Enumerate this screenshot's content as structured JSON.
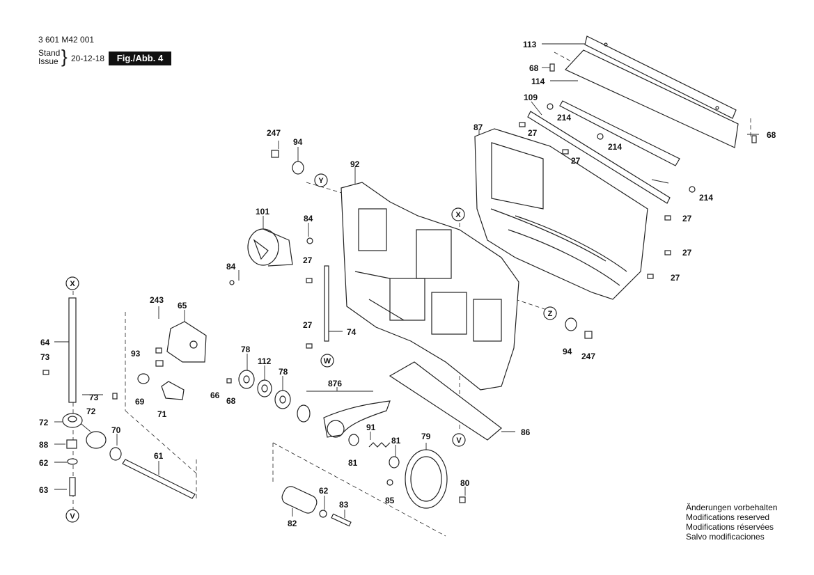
{
  "header": {
    "part_number": "3 601 M42 001",
    "stand": "Stand",
    "issue": "Issue",
    "date": "20-12-18",
    "figure": "Fig./Abb. 4"
  },
  "notes": [
    "Änderungen vorbehalten",
    "Modifications reserved",
    "Modifications réservées",
    "Salvo modificaciones"
  ],
  "callouts": [
    {
      "id": "113",
      "text": "113"
    },
    {
      "id": "68a",
      "text": "68"
    },
    {
      "id": "114",
      "text": "114"
    },
    {
      "id": "109",
      "text": "109"
    },
    {
      "id": "214a",
      "text": "214"
    },
    {
      "id": "87",
      "text": "87"
    },
    {
      "id": "27a",
      "text": "27"
    },
    {
      "id": "214b",
      "text": "214"
    },
    {
      "id": "27b",
      "text": "27"
    },
    {
      "id": "68b",
      "text": "68"
    },
    {
      "id": "214c",
      "text": "214"
    },
    {
      "id": "27c",
      "text": "27"
    },
    {
      "id": "27d",
      "text": "27"
    },
    {
      "id": "27e",
      "text": "27"
    },
    {
      "id": "247a",
      "text": "247"
    },
    {
      "id": "94a",
      "text": "94"
    },
    {
      "id": "92",
      "text": "92"
    },
    {
      "id": "101",
      "text": "101"
    },
    {
      "id": "84a",
      "text": "84"
    },
    {
      "id": "84b",
      "text": "84"
    },
    {
      "id": "27f",
      "text": "27"
    },
    {
      "id": "27g",
      "text": "27"
    },
    {
      "id": "74",
      "text": "74"
    },
    {
      "id": "243",
      "text": "243"
    },
    {
      "id": "65",
      "text": "65"
    },
    {
      "id": "93",
      "text": "93"
    },
    {
      "id": "64",
      "text": "64"
    },
    {
      "id": "73a",
      "text": "73"
    },
    {
      "id": "73b",
      "text": "73"
    },
    {
      "id": "78a",
      "text": "78"
    },
    {
      "id": "112",
      "text": "112"
    },
    {
      "id": "78b",
      "text": "78"
    },
    {
      "id": "66",
      "text": "66"
    },
    {
      "id": "68c",
      "text": "68"
    },
    {
      "id": "69",
      "text": "69"
    },
    {
      "id": "71",
      "text": "71"
    },
    {
      "id": "876",
      "text": "876"
    },
    {
      "id": "72a",
      "text": "72"
    },
    {
      "id": "72b",
      "text": "72"
    },
    {
      "id": "70",
      "text": "70"
    },
    {
      "id": "88",
      "text": "88"
    },
    {
      "id": "62a",
      "text": "62"
    },
    {
      "id": "61",
      "text": "61"
    },
    {
      "id": "63",
      "text": "63"
    },
    {
      "id": "91",
      "text": "91"
    },
    {
      "id": "81a",
      "text": "81"
    },
    {
      "id": "81b",
      "text": "81"
    },
    {
      "id": "79",
      "text": "79"
    },
    {
      "id": "86",
      "text": "86"
    },
    {
      "id": "94b",
      "text": "94"
    },
    {
      "id": "247b",
      "text": "247"
    },
    {
      "id": "80",
      "text": "80"
    },
    {
      "id": "85",
      "text": "85"
    },
    {
      "id": "62b",
      "text": "62"
    },
    {
      "id": "83",
      "text": "83"
    },
    {
      "id": "82",
      "text": "82"
    }
  ],
  "markers": [
    {
      "id": "Y",
      "text": "Y"
    },
    {
      "id": "X1",
      "text": "X"
    },
    {
      "id": "X2",
      "text": "X"
    },
    {
      "id": "W",
      "text": "W"
    },
    {
      "id": "Z",
      "text": "Z"
    },
    {
      "id": "V1",
      "text": "V"
    },
    {
      "id": "V2",
      "text": "V"
    }
  ]
}
